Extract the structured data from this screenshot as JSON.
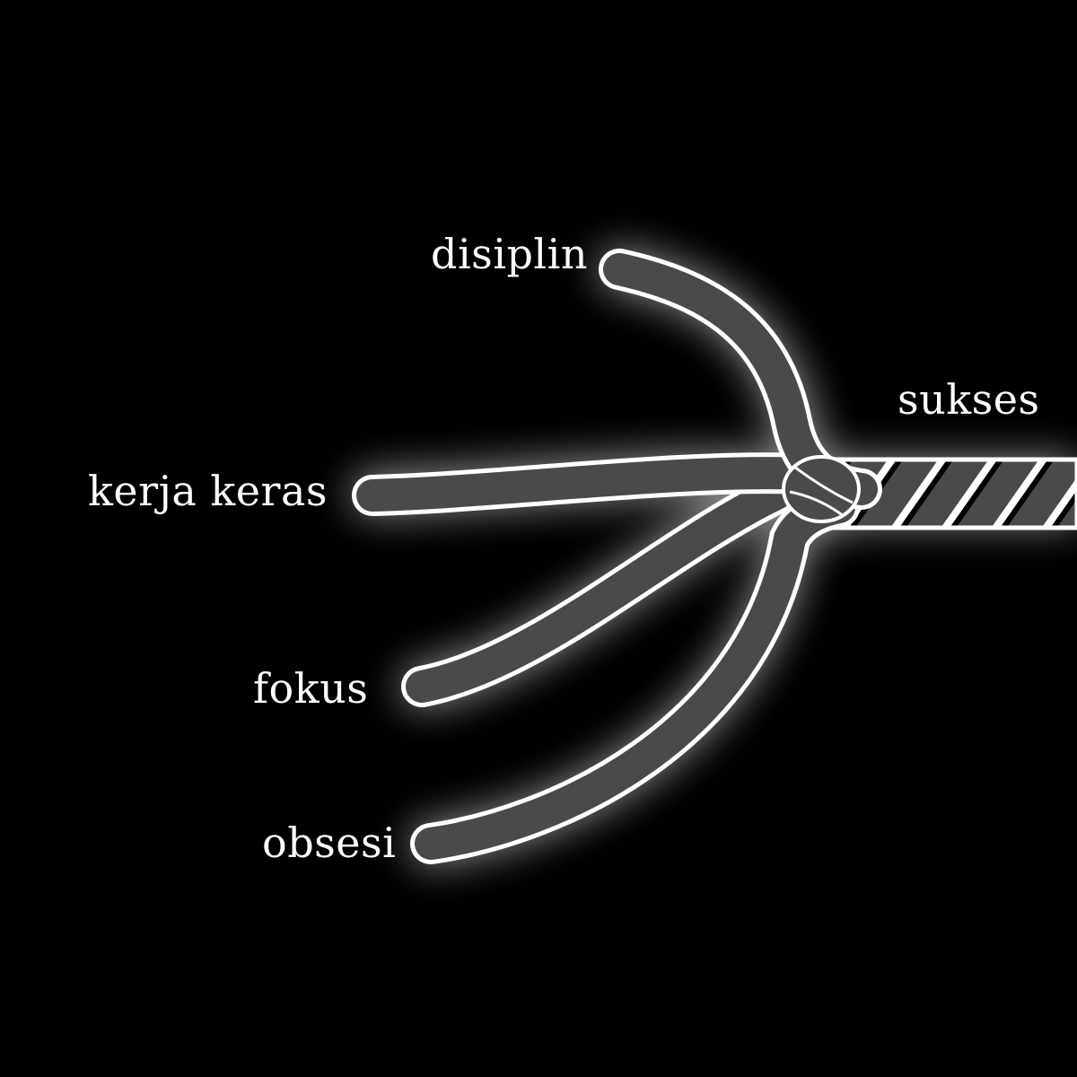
{
  "labels": {
    "disiplin": "disiplin",
    "kerja_keras": "kerja keras",
    "fokus": "fokus",
    "obsesi": "obsesi",
    "sukses": "sukses"
  },
  "colors": {
    "background": "#000000",
    "strand_fill": "#4a4a4a",
    "strand_outline": "#ffffff",
    "glow": "#ffffff",
    "text": "#ffffff"
  }
}
